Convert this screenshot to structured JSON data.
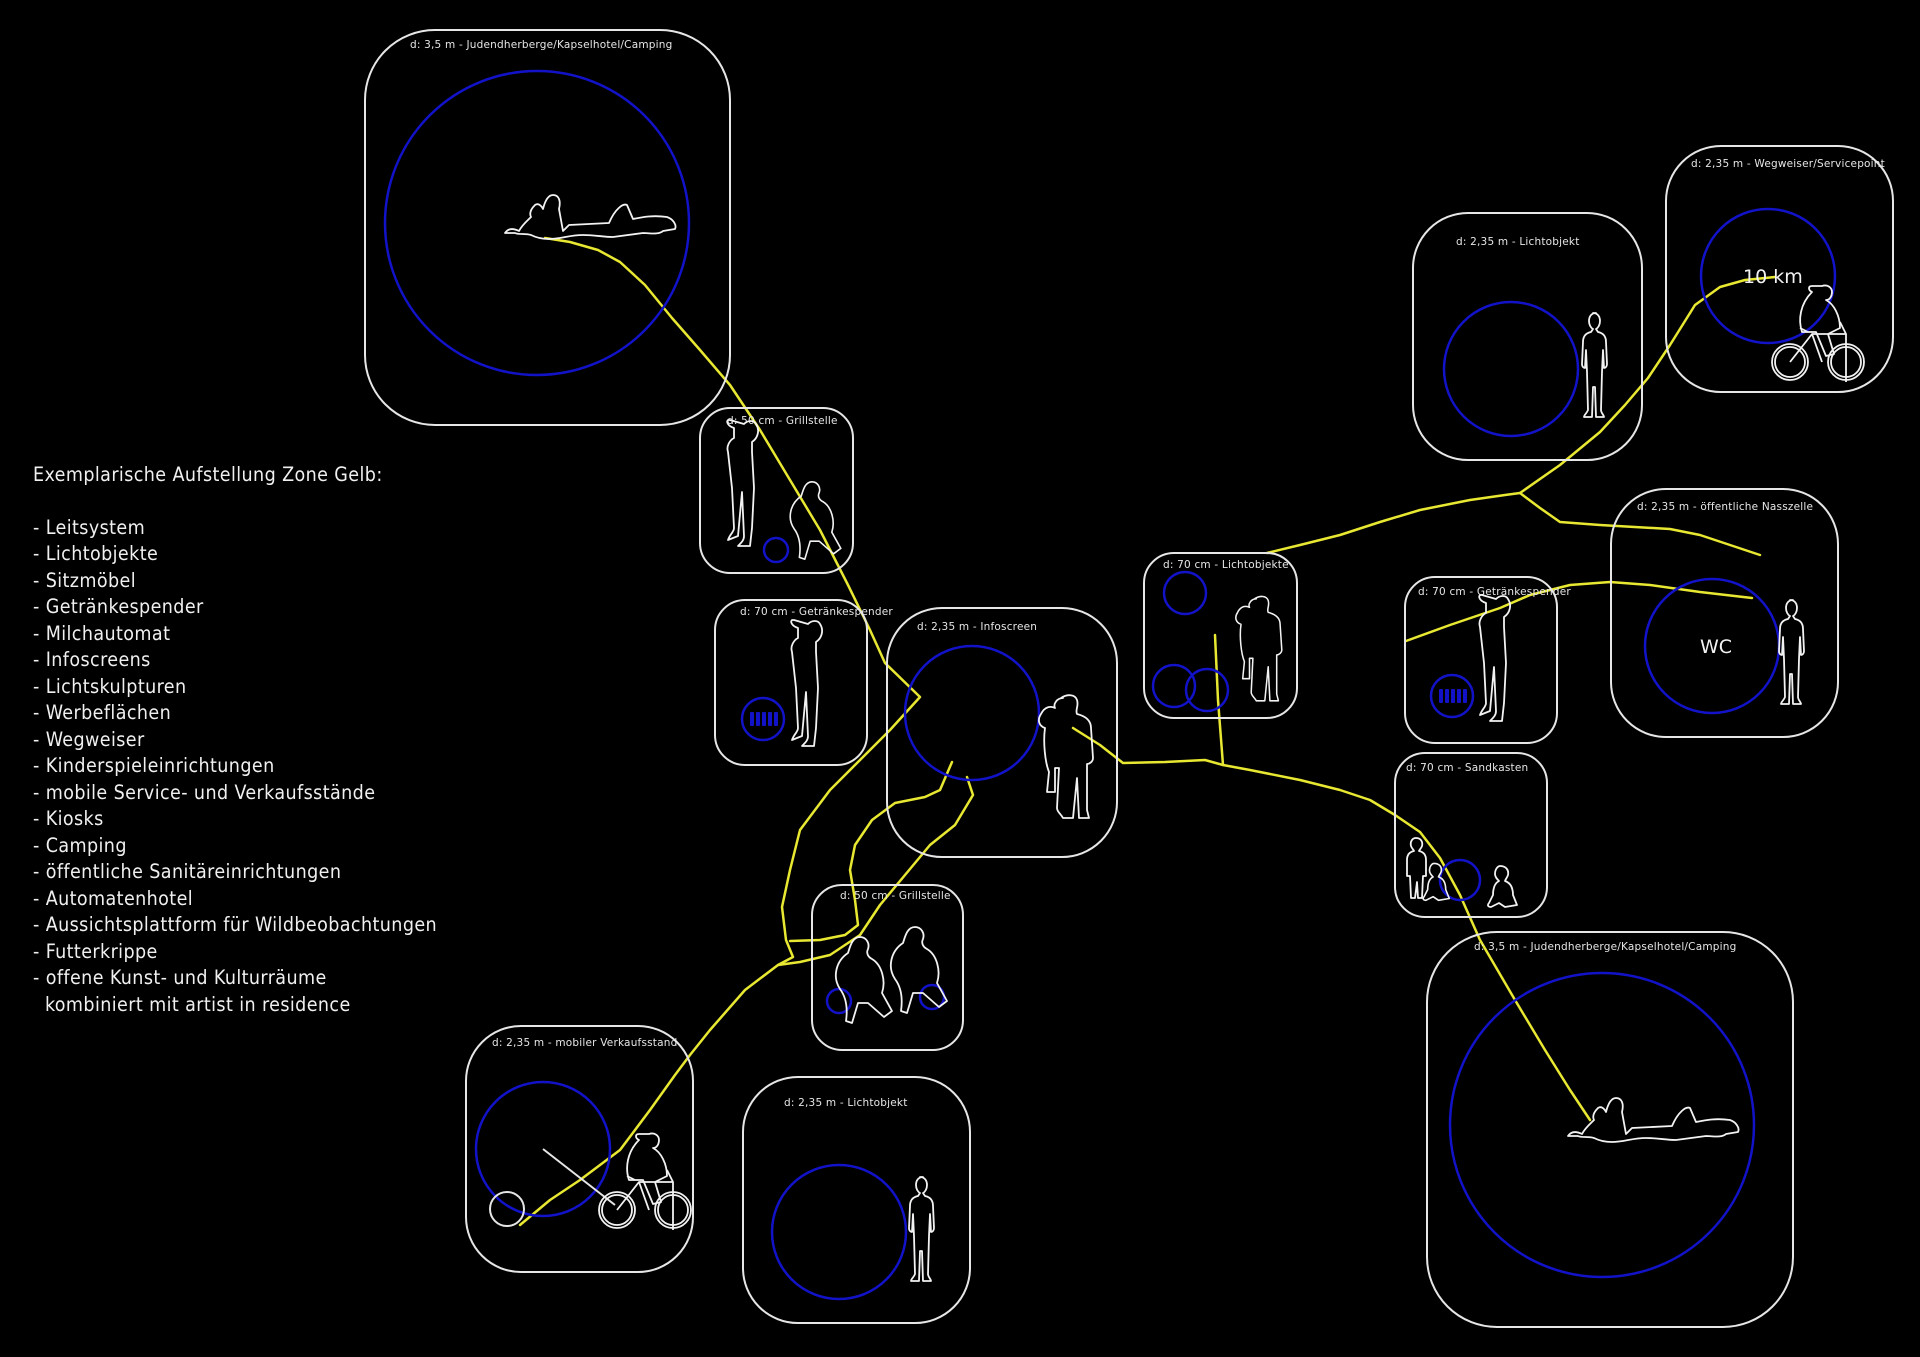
{
  "legend": {
    "title": "Exemplarische Aufstellung Zone Gelb:",
    "items": [
      "- Leitsystem",
      "- Lichtobjekte",
      "- Sitzmöbel",
      "- Getränkespender",
      "- Milchautomat",
      "- Infoscreens",
      "- Lichtskulpturen",
      "- Werbeflächen",
      "- Wegweiser",
      "- Kinderspieleinrichtungen",
      "- mobile Service- und Verkaufsstände",
      "- Kiosks",
      "- Camping",
      "- öffentliche Sanitäreinrichtungen",
      "- Automatenhotel",
      "- Aussichtsplattform für Wildbeobachtungen",
      "- Futterkrippe",
      "- offene Kunst- und Kulturräume",
      "  kombiniert mit artist in residence"
    ]
  },
  "modules": [
    {
      "id": "camping-top",
      "label": "d: 3,5 m - Judendherberge/Kapselhotel/Camping",
      "figure": "reclining-people"
    },
    {
      "id": "grill-1",
      "label": "d: 50 cm - Grillstelle",
      "figure": "standing-and-crouching-people"
    },
    {
      "id": "drinks-1",
      "label": "d: 70 cm - Getränkespender",
      "figure": "drinking-person"
    },
    {
      "id": "infoscreen",
      "label": "d: 2,35 m - Infoscreen",
      "figure": "embracing-couple"
    },
    {
      "id": "lights-70",
      "label": "d: 70 cm - Lichtobjekte",
      "figure": "embracing-couple"
    },
    {
      "id": "light-top",
      "label": "d: 2,35 m - Lichtobjekt",
      "figure": "standing-person"
    },
    {
      "id": "signpost",
      "label": "d: 2,35 m - Wegweiser/Servicepoint",
      "figure": "cyclist",
      "sign_text": "10 km"
    },
    {
      "id": "wc",
      "label": "d: 2,35 m - öffentliche Nasszelle",
      "figure": "standing-woman",
      "sign_text": "WC"
    },
    {
      "id": "drinks-2",
      "label": "d: 70 cm - Getränkespender",
      "figure": "drinking-person"
    },
    {
      "id": "sandbox",
      "label": "d: 70 cm - Sandkasten",
      "figure": "children"
    },
    {
      "id": "grill-2",
      "label": "d: 50 cm - Grillstelle",
      "figure": "seated-people"
    },
    {
      "id": "kiosk",
      "label": "d: 2,35 m - mobiler Verkaufsstand",
      "figure": "cyclist"
    },
    {
      "id": "light-bottom",
      "label": "d: 2,35 m - Lichtobjekt",
      "figure": "standing-person"
    },
    {
      "id": "camping-bottom",
      "label": "d: 3,5 m - Judendherberge/Kapselhotel/Camping",
      "figure": "reclining-people"
    }
  ],
  "colors": {
    "background": "#000000",
    "outline": "#e6e6e6",
    "zone_circle": "#1212c8",
    "guide_path": "#e8e832"
  }
}
